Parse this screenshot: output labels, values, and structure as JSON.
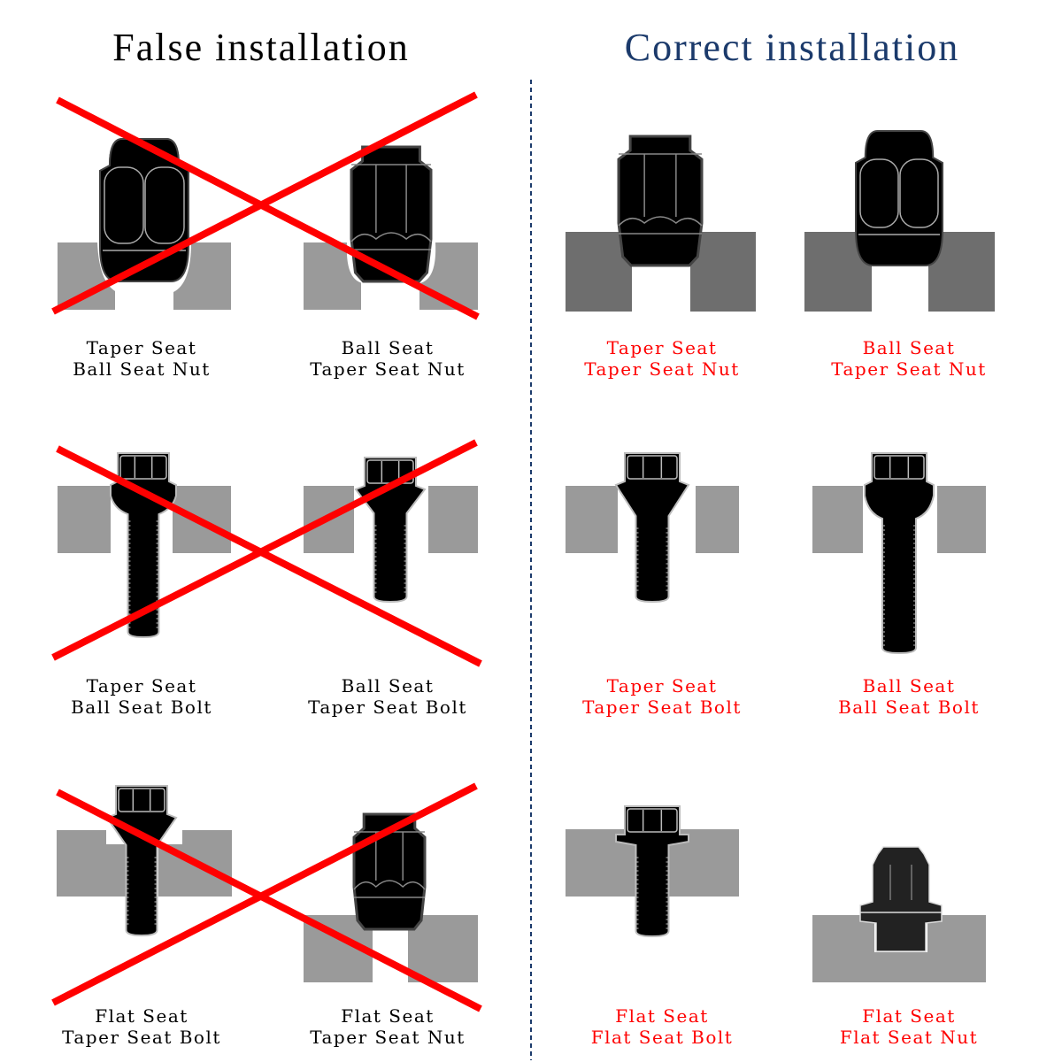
{
  "titles": {
    "false": "False installation",
    "correct": "Correct installation"
  },
  "colors": {
    "correct_title": "#1b3a6b",
    "cross": "#ff0000",
    "correct_label": "#ff0000",
    "seat_block": "#9a9a9a",
    "seat_block_dark": "#6e6e6e",
    "fastener": "#000000"
  },
  "false_cases": [
    {
      "seat": "Taper Seat",
      "fastener": "Ball Seat Nut"
    },
    {
      "seat": "Ball Seat",
      "fastener": "Taper Seat Nut"
    },
    {
      "seat": "Taper Seat",
      "fastener": "Ball Seat Bolt"
    },
    {
      "seat": "Ball Seat",
      "fastener": "Taper Seat Bolt"
    },
    {
      "seat": "Flat Seat",
      "fastener": "Taper Seat Bolt"
    },
    {
      "seat": "Flat Seat",
      "fastener": "Taper Seat Nut"
    }
  ],
  "correct_cases": [
    {
      "seat": "Taper Seat",
      "fastener": "Taper Seat Nut"
    },
    {
      "seat": "Ball Seat",
      "fastener": "Taper Seat Nut"
    },
    {
      "seat": "Taper Seat",
      "fastener": "Taper Seat Bolt"
    },
    {
      "seat": "Ball Seat",
      "fastener": "Ball Seat Bolt"
    },
    {
      "seat": "Flat Seat",
      "fastener": "Flat Seat Bolt"
    },
    {
      "seat": "Flat Seat",
      "fastener": "Flat Seat Nut"
    }
  ]
}
